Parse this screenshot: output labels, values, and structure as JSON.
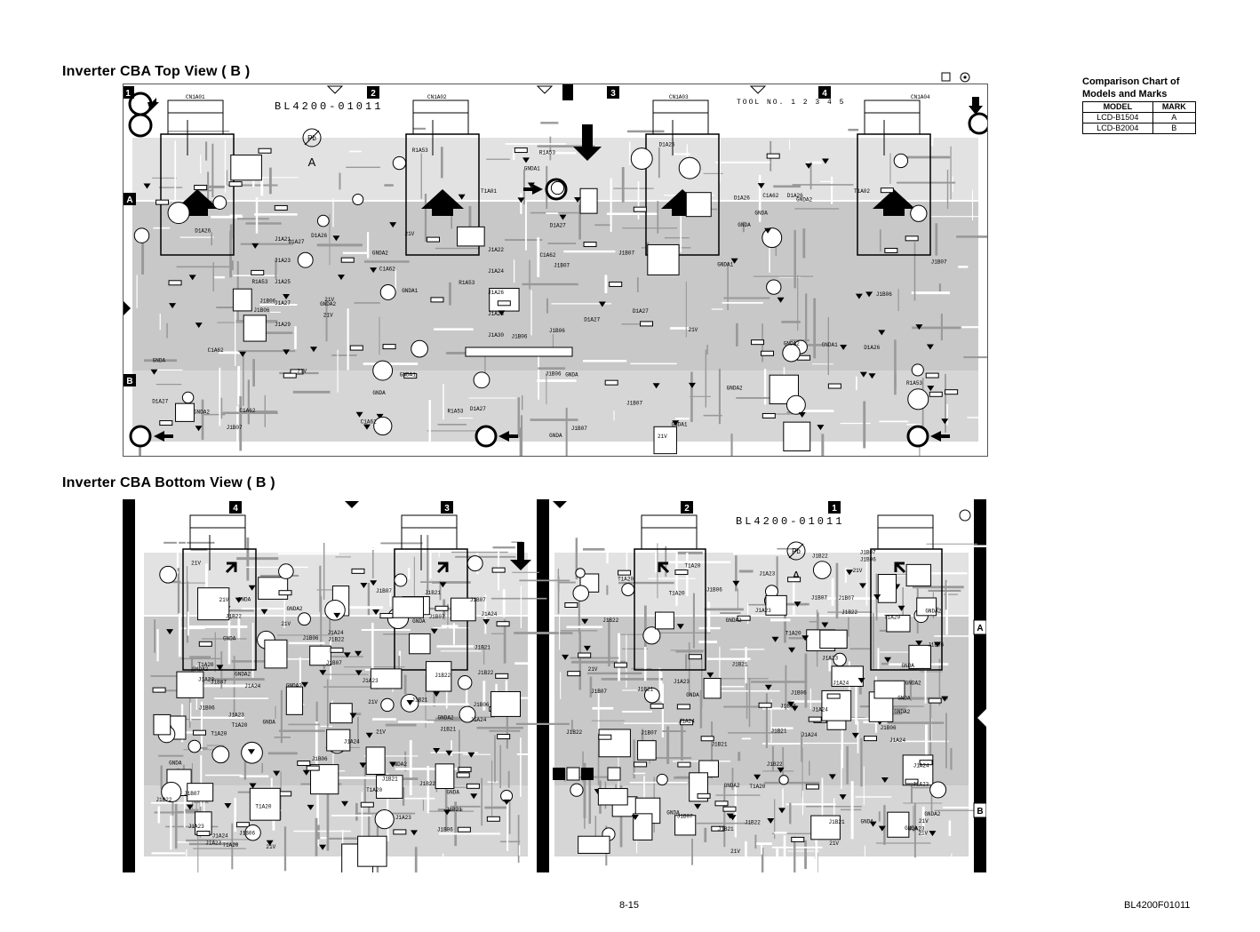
{
  "top_view": {
    "title": "Inverter CBA Top View ( B )",
    "board_code": "BL4200-01011",
    "tool_text": "TOOL NO. 1 2 3 4 5",
    "section_numbers": [
      "1",
      "2",
      "3",
      "4"
    ],
    "side_labels": [
      "A",
      "B"
    ],
    "pb_mark": "Pb",
    "pb_sub": "A",
    "transformer_labels": [
      "T1A01",
      "T1A02"
    ],
    "connector_labels": [
      "CN1A01",
      "CN1A02",
      "CN1A03",
      "CN1A04"
    ],
    "jumper_labels": [
      "J1A21",
      "J1A22",
      "J1A23",
      "J1A24",
      "J1A25",
      "J1A26",
      "J1A27",
      "J1A28",
      "J1A29",
      "J1A30"
    ],
    "misc_labels": [
      "GNDA",
      "GNDA1",
      "GNDA2",
      "21V",
      "J1B06",
      "J1B07",
      "D1A26",
      "D1A27",
      "R1A53",
      "C1A62"
    ]
  },
  "bottom_view": {
    "title": "Inverter CBA Bottom View ( B )",
    "board_code": "BL4200-01011",
    "section_numbers": [
      "4",
      "3",
      "2",
      "1"
    ],
    "side_labels": [
      "A",
      "B"
    ],
    "pb_mark": "Pb",
    "pb_sub": "A",
    "misc_labels": [
      "T1A20",
      "GNDA",
      "GNDA2",
      "21V",
      "J1B06",
      "J1B07",
      "J1B21",
      "J1B22",
      "J1A23",
      "J1A24"
    ]
  },
  "comparison_chart": {
    "title_line1": "Comparison Chart of",
    "title_line2": "Models and Marks",
    "headers": [
      "MODEL",
      "MARK"
    ],
    "rows": [
      [
        "LCD-B1504",
        "A"
      ],
      [
        "LCD-B2004",
        "B"
      ]
    ]
  },
  "corner_icons": [
    "square-icon",
    "target-icon"
  ],
  "footer": {
    "page_number": "8-15",
    "doc_code": "BL4200F01011"
  },
  "colors": {
    "pcb_fill": "#c8c8c8",
    "trace": "#ffffff",
    "ink": "#000000"
  }
}
